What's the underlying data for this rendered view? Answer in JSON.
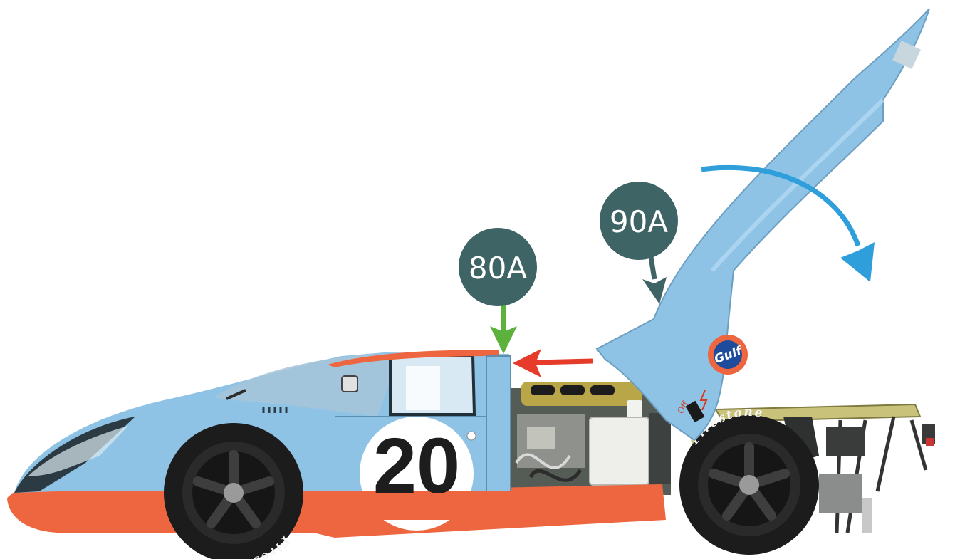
{
  "callouts": {
    "part_80a": "80A",
    "part_90a": "90A"
  },
  "car": {
    "race_number": "20",
    "sponsor_logo_text": "Gulf",
    "tire_brand": "Firestone",
    "switch_label": "Off"
  },
  "colors": {
    "body_blue": "#8ec3e6",
    "stripe_orange": "#ee6640",
    "callout_bubble": "#3f6466",
    "arrow_green": "#5cb23c",
    "arrow_red": "#e63a2a",
    "arrow_blue": "#2f9fdc"
  }
}
